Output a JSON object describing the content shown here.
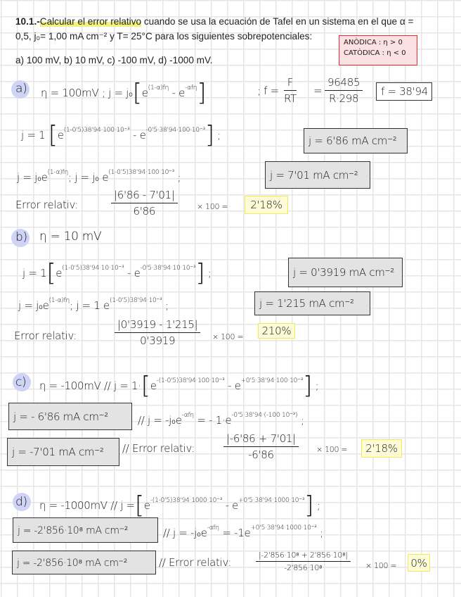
{
  "header": {
    "number": "10.1.-",
    "highlighted": "Calcular el error relativo",
    "line1_rest": " cuando se usa la ecuación de Tafel en un sistema en el que α =",
    "line2": "0,5, j₀= 1,00 mA cm⁻² y T= 25°C para los siguientes sobrepotenciales:",
    "line3": "a) 100 mV, b) 10 mV, c) -100 mV, d) -1000 mV."
  },
  "note": {
    "anodic": "ANÒDICA : η > 0",
    "cathodic": "CATÒDICA : η < 0"
  },
  "colors": {
    "grid": "#e6e6e6",
    "label_circle": "#cfd3f6",
    "result_box": "#e3e3e3",
    "final_highlight": "#f2ea55",
    "note_border": "#e03030"
  },
  "a": {
    "label": "a)",
    "line1": "η = 100mV ; j = j₀",
    "exp1": "(1-α)fη",
    "exp2": "-αfη",
    "f_def": "; f =",
    "f_num": "F",
    "f_den": "RT",
    "f_eq": "=",
    "f_num2": "96485",
    "f_den2": "R·298",
    "f_result": "f = 38'94",
    "line2": "j = 1",
    "exp3": "(1-0'5)38'94·100·10⁻³",
    "exp4": "-0'5·38'94·100·10⁻³",
    "result1": "j = 6'86 mA cm⁻²",
    "line3": "j = j₀e",
    "exp5": "(1-α)fη",
    "line3b": "; j = j₀ e",
    "exp6": "(1-0'5)38'94·100·10⁻³",
    "result2": "j = 7'01 mA cm⁻²",
    "error_label": "Error relativ:",
    "err_num": "|6'86 - 7'01|",
    "err_den": "6'86",
    "times": "× 100 =",
    "error_result": "2'18%"
  },
  "b": {
    "label": "b)",
    "line1": "η = 10 mV",
    "line2": "j = 1",
    "exp1": "(1-0'5)38'94·10·10⁻³",
    "exp2": "-0'5·38'94·10·10⁻³",
    "result1": "j = 0'3919 mA cm⁻²",
    "line3": "j = j₀e",
    "exp3": "(1-α)fη",
    "line3b": "; j = 1 e",
    "exp4": "(1-0'5)38'94·10⁻³",
    "result2": "j = 1'215 mA cm⁻²",
    "error_label": "Error relativ:",
    "err_num": "|0'3919 - 1'215|",
    "err_den": "0'3919",
    "times": "× 100 =",
    "error_result": "210%"
  },
  "c": {
    "label": "c)",
    "line1": "η = -100mV // j = 1·",
    "exp1": "-(1-0'5)38'94·100·10⁻³",
    "exp2": "+0'5·38'94·100·10⁻³",
    "result1": "j = - 6'86 mA cm⁻²",
    "line2": "// j = -j₀e",
    "exp3": "-αfη",
    "line2b": "= - 1·e",
    "exp4": "-0'5·38'94·(-100·10⁻³)",
    "result2": "j = -7'01 mA cm⁻²",
    "error_label": "// Error relativ:",
    "err_num": "|-6'86 + 7'01|",
    "err_den": "-6'86",
    "times": "× 100 =",
    "error_result": "2'18%"
  },
  "d": {
    "label": "d)",
    "line1": "η = -1000mV // j =",
    "exp1": "-(1-0'5)38'94·1000·10⁻³",
    "exp2": "+0'5·38'94·1000·10⁻³",
    "result1": "j = -2'856·10⁸ mA cm⁻²",
    "line2": "// j = -j₀e",
    "exp3": "-αfη",
    "line2b": "= -1e",
    "exp4": "+0'5·38'94·1000·10⁻³",
    "result2": "j = -2'856·10⁸ mA cm⁻²",
    "error_label": "// Error relativ:",
    "err_num": "|-2'856·10⁸ + 2'856·10⁸|",
    "err_den": "-2'856·10⁸",
    "times": "× 100 =",
    "error_result": "0%"
  }
}
